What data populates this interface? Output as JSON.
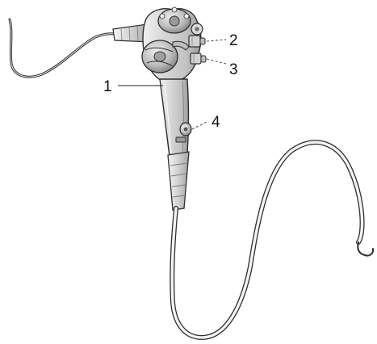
{
  "figure": {
    "subject": "endoscope",
    "callouts": [
      {
        "number": "1",
        "target": "control-handle"
      },
      {
        "number": "2",
        "target": "upper-valve-button"
      },
      {
        "number": "3",
        "target": "lower-valve-button"
      },
      {
        "number": "4",
        "target": "instrument-channel-port"
      }
    ]
  },
  "colors": {
    "background": "#ffffff",
    "outline": "#2f2f2f",
    "body_fill": "#d9d9d9",
    "shade": "#a8a8a8",
    "label": "#111111"
  }
}
